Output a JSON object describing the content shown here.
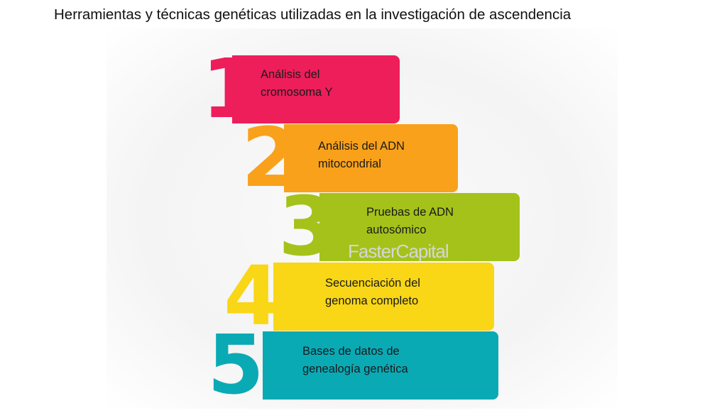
{
  "title": "Herramientas y técnicas genéticas utilizadas en la investigación de ascendencia",
  "watermark": "FasterCapital",
  "steps": [
    {
      "number": "1",
      "line1": "Análisis del",
      "line2": "cromosoma Y",
      "color": "#ED1E5A"
    },
    {
      "number": "2",
      "line1": "Análisis del ADN",
      "line2": "mitocondrial",
      "color": "#F9A11B"
    },
    {
      "number": "3",
      "line1": "Pruebas de ADN",
      "line2": "autosómico",
      "color": "#A5C21A"
    },
    {
      "number": "4",
      "line1": "Secuenciación del",
      "line2": "genoma completo",
      "color": "#F9D616"
    },
    {
      "number": "5",
      "line1": "Bases de datos de",
      "line2": "genealogía genética",
      "color": "#0AAAB5"
    }
  ]
}
